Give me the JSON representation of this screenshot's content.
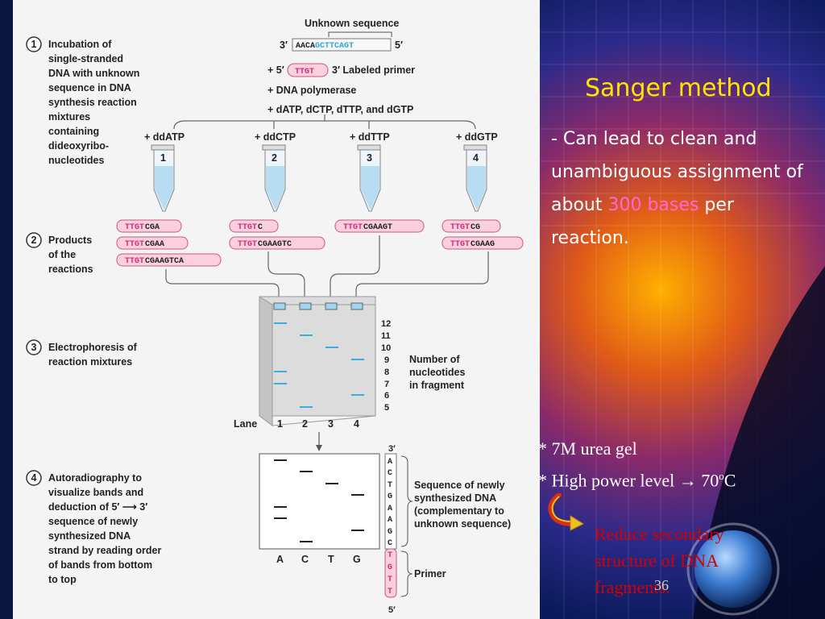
{
  "slide": {
    "title": "Sanger method",
    "description": {
      "part1": "- Can lead to clean and unambiguous assignment of about ",
      "highlight": "300 bases",
      "part2": " per reaction."
    },
    "notes": {
      "note1": "* 7M urea gel",
      "note2_prefix": "* High power level ",
      "note2_arrow": "→",
      "note2_value": " 70",
      "note2_sup": "o",
      "note2_unit": "C"
    },
    "reduce_text": "Reduce secondary structure of DNA fragments.",
    "page_number": "36"
  },
  "diagram": {
    "unknown_sequence_label": "Unknown sequence",
    "template": {
      "end3": "3′",
      "seq_plain": "AACA",
      "seq_blue": "GCTTCAGT",
      "end5": "5′"
    },
    "primer": {
      "end5": "+ 5′",
      "seq": "TTGT",
      "label": "3′ Labeled primer"
    },
    "reagents": [
      "+ DNA polymerase",
      "+ dATP, dCTP, dTTP, and dGTP"
    ],
    "steps": [
      {
        "num": "1",
        "lines": [
          "Incubation of",
          "single-stranded",
          "DNA with unknown",
          "sequence in DNA",
          "synthesis reaction",
          "mixtures",
          "containing",
          "dideoxyribo-",
          "nucleotides"
        ]
      },
      {
        "num": "2",
        "lines": [
          "Products",
          "of the",
          "reactions"
        ]
      },
      {
        "num": "3",
        "lines": [
          "Electrophoresis of",
          "reaction mixtures"
        ]
      },
      {
        "num": "4",
        "lines": [
          "Autoradiography to",
          "visualize bands and",
          "deduction of 5′ ⟶ 3′",
          "sequence of newly",
          "synthesized DNA",
          "strand by reading order",
          "of bands from bottom",
          "to top"
        ]
      }
    ],
    "tubes": [
      {
        "label": "+ ddATP",
        "num": "1"
      },
      {
        "label": "+ ddCTP",
        "num": "2"
      },
      {
        "label": "+ ddTTP",
        "num": "3"
      },
      {
        "label": "+ ddGTP",
        "num": "4"
      }
    ],
    "products": [
      {
        "primer": "TTGT",
        "ext": "CGA"
      },
      {
        "primer": "TTGT",
        "ext": "CGAA"
      },
      {
        "primer": "TTGT",
        "ext": "CGAAGTCA"
      },
      {
        "primer": "TTGT",
        "ext": "C"
      },
      {
        "primer": "TTGT",
        "ext": "CGAAGTC"
      },
      {
        "primer": "TTGT",
        "ext": "CGAAGT"
      },
      {
        "primer": "TTGT",
        "ext": "CG"
      },
      {
        "primer": "TTGT",
        "ext": "CGAAG"
      }
    ],
    "gel_sizes": [
      "12",
      "11",
      "10",
      "9",
      "8",
      "7",
      "6",
      "5"
    ],
    "gel_size_label": [
      "Number of",
      "nucleotides",
      "in fragment"
    ],
    "lane_label": "Lane",
    "lane_numbers": [
      "1",
      "2",
      "3",
      "4"
    ],
    "autorad_lanes": [
      "A",
      "C",
      "T",
      "G"
    ],
    "sequence_end3": "3′",
    "sequence_end5": "5′",
    "sequence_bases": [
      "A",
      "C",
      "T",
      "G",
      "A",
      "A",
      "G",
      "C"
    ],
    "primer_bases": [
      "T",
      "G",
      "T",
      "T"
    ],
    "sequence_label": [
      "Sequence of newly",
      "synthesized DNA",
      "(complementary to",
      "unknown sequence)"
    ],
    "primer_label": "Primer"
  }
}
